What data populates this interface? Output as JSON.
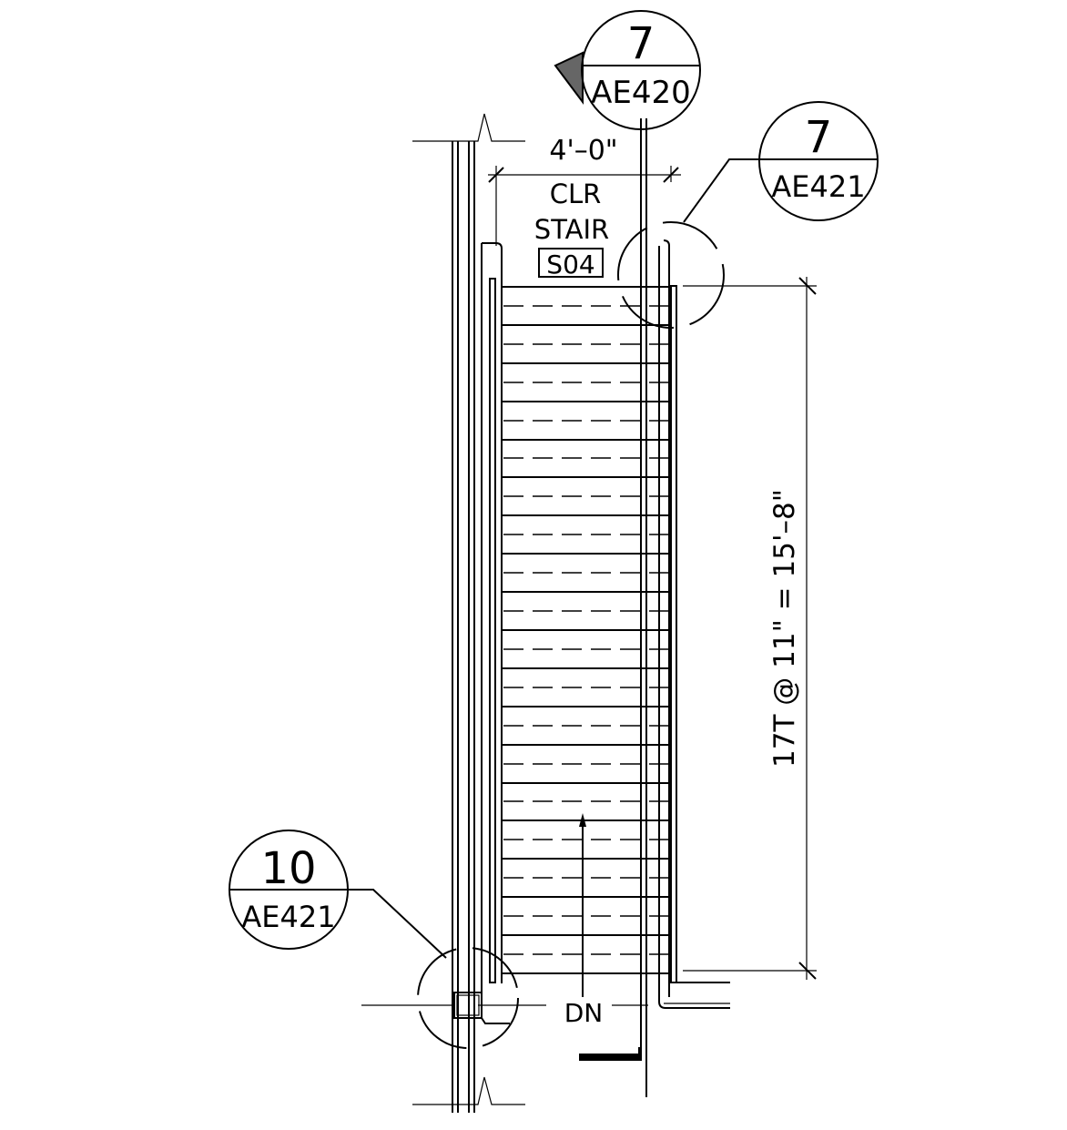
{
  "section_marker": {
    "number": "7",
    "sheet": "AE420"
  },
  "detail_marker_top": {
    "number": "7",
    "sheet": "AE421"
  },
  "detail_marker_bottom": {
    "number": "10",
    "sheet": "AE421"
  },
  "width_dimension": "4'–0\"",
  "clear_label_1": "CLR",
  "clear_label_2": "STAIR",
  "stair_tag": "S04",
  "run_dimension": "17T @ 11\" = 15'–8\"",
  "direction_label": "DN",
  "tread_count": 17
}
